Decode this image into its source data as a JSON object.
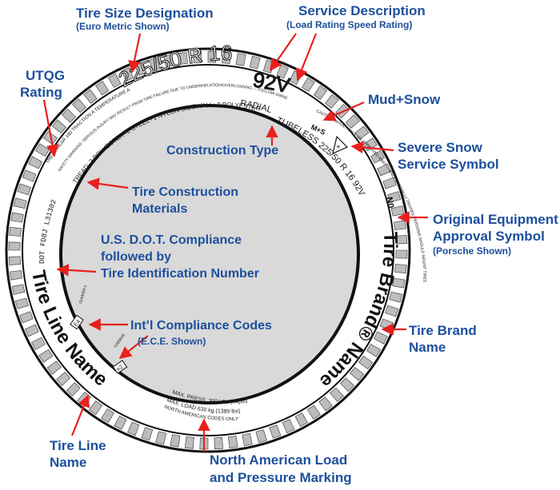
{
  "colors": {
    "callout_text": "#1d4f9c",
    "arrow": "#e8211f",
    "tire_fill": "#ffffff",
    "rim_fill": "#d9d9d9",
    "tread_block": "#bdbdbd",
    "outline": "#111111"
  },
  "callouts": {
    "tire_size": {
      "title": "Tire Size Designation",
      "sub": "(Euro Metric Shown)"
    },
    "service_desc": {
      "title": "Service Description",
      "sub": "(Load Rating  Speed Rating)"
    },
    "utqg": {
      "line1": "UTQG",
      "line2": "Rating"
    },
    "mud_snow": {
      "title": "Mud+Snow"
    },
    "construction_type": {
      "title": "Construction Type"
    },
    "severe_snow": {
      "line1": "Severe Snow",
      "line2": "Service Symbol"
    },
    "tire_materials": {
      "line1": "Tire Construction",
      "line2": "Materials"
    },
    "oe_approval": {
      "line1": "Original Equipment",
      "line2": "Approval Symbol",
      "sub": "(Porsche Shown)"
    },
    "dot": {
      "line1": "U.S. D.O.T. Compliance",
      "line2": "followed by",
      "line3": "Tire Identification Number"
    },
    "intl": {
      "title": "Int’l Compliance Codes",
      "sub": "(E.C.E. Shown)"
    },
    "brand": {
      "line1": "Tire Brand",
      "line2": "Name"
    },
    "line_name": {
      "line1": "Tire Line",
      "line2": "Name"
    },
    "na_marking": {
      "line1": "North American Load",
      "line2": "and Pressure Marking"
    }
  },
  "tire": {
    "size": "225/50 R 16",
    "service": "92V",
    "warning_arc": "TREADWEAR 180 TRACTION A TEMPERATURE A",
    "warning_inner": "SAFETY WARNING: SERIOUS INJURY MAY RESULT FROM TIRE FAILURE DUE TO UNDERINFLATION/OVERLOADING — FOLLOW OWNER'S MANUAL OR TIRE PLACARD IN VEHICLE",
    "materials": "TREAD: 2 POLYESTER+2 STEEL+1 NYLON  SIDEWALL: 2 POLYESTER",
    "dot": "DOT FD8J L31302",
    "radial": "RADIAL",
    "tubeless": "TUBELESS 225/50 R 16 92V",
    "ms": "M+S",
    "oe": "N0",
    "brand_name": "Tire Brand® Name",
    "line_name": "Tire Line Name",
    "ece_1": "E4",
    "ece_1_code": "0244056-s",
    "ece_2": "e2",
    "ece_2_code": "0265649",
    "na_line1": "MAX. PRESS. 300 kPa (44psi)",
    "na_line2": "MAX. LOAD 630 kg (1389 lbs)",
    "na_line3": "NORTH AMERICAN CODES ONLY",
    "fine_print": "CAUTION: MOUNT ONLY ON APPROVED RIMS — ONLY SPECIALLY TRAINED PERSONS SHOULD MOUNT TIRES"
  }
}
